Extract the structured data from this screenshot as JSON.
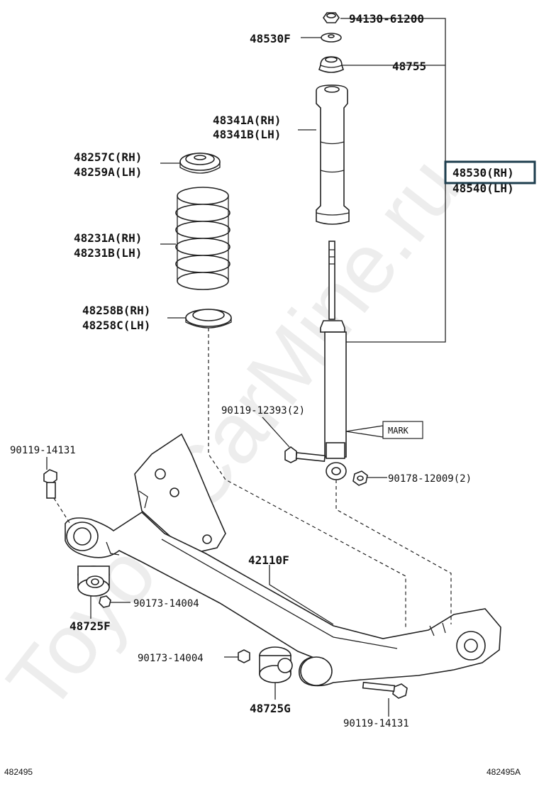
{
  "watermark": "ToyotaCarMine.ru",
  "labels": {
    "p94130": "94130-61200",
    "p48530F": "48530F",
    "p48755": "48755",
    "p48341A": "48341A(RH)",
    "p48341B": "48341B(LH)",
    "p48257C": "48257C(RH)",
    "p48259A": "48259A(LH)",
    "p48530": "48530(RH)",
    "p48540": "48540(LH)",
    "p48231A": "48231A(RH)",
    "p48231B": "48231B(LH)",
    "p48258B": "48258B(RH)",
    "p48258C": "48258C(LH)",
    "p90119_12393": "90119-12393(2)",
    "mark": "MARK",
    "p90119_14131_top": "90119-14131",
    "p90178": "90178-12009(2)",
    "p42110F": "42110F",
    "p90173_14004_right": "90173-14004",
    "p48725F": "48725F",
    "p90173_14004_left": "90173-14004",
    "p48725G": "48725G",
    "p90119_14131_bottom": "90119-14131"
  },
  "footer": {
    "left": "482495",
    "right": "482495A"
  },
  "highlight_color": "#1e3e4e"
}
